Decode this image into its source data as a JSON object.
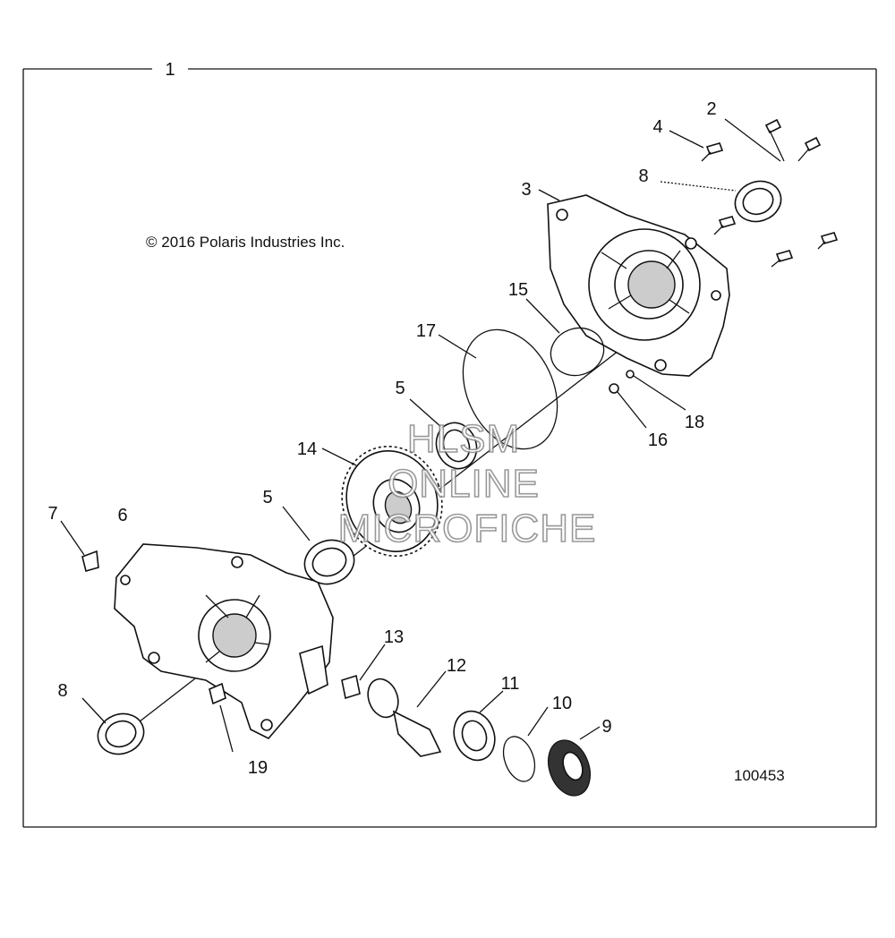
{
  "diagram": {
    "assembly_callout": "1",
    "copyright": "© 2016 Polaris Industries Inc.",
    "diagram_id": "100453",
    "watermark": [
      "HLSM",
      "ONLINE",
      "MICROFICHE"
    ]
  },
  "callouts": [
    {
      "id": "c2",
      "label": "2"
    },
    {
      "id": "c3",
      "label": "3"
    },
    {
      "id": "c4",
      "label": "4"
    },
    {
      "id": "c5a",
      "label": "5"
    },
    {
      "id": "c5b",
      "label": "5"
    },
    {
      "id": "c6",
      "label": "6"
    },
    {
      "id": "c7",
      "label": "7"
    },
    {
      "id": "c8a",
      "label": "8"
    },
    {
      "id": "c8b",
      "label": "8"
    },
    {
      "id": "c9",
      "label": "9"
    },
    {
      "id": "c10",
      "label": "10"
    },
    {
      "id": "c11",
      "label": "11"
    },
    {
      "id": "c12",
      "label": "12"
    },
    {
      "id": "c13",
      "label": "13"
    },
    {
      "id": "c14",
      "label": "14"
    },
    {
      "id": "c15",
      "label": "15"
    },
    {
      "id": "c16",
      "label": "16"
    },
    {
      "id": "c17",
      "label": "17"
    },
    {
      "id": "c18",
      "label": "18"
    },
    {
      "id": "c19",
      "label": "19"
    }
  ]
}
